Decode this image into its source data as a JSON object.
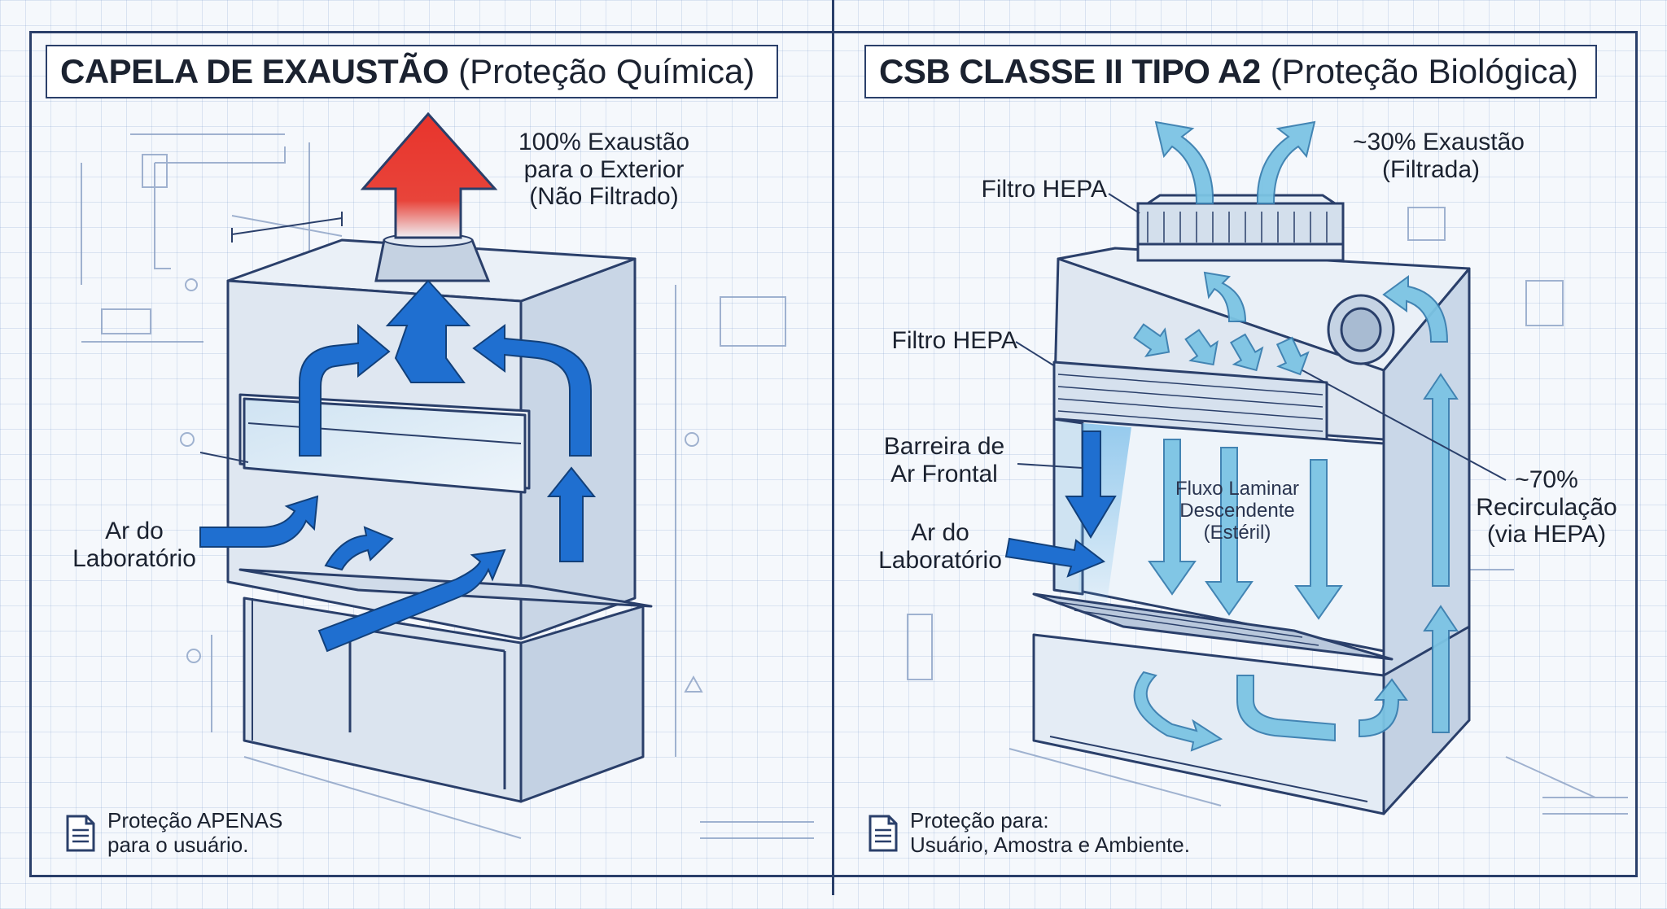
{
  "left_panel": {
    "title_bold": "CAPELA DE EXAUSTÃO",
    "title_light": "(Proteção Química)",
    "exhaust_line1": "100% Exaustão",
    "exhaust_line2": "para o Exterior",
    "exhaust_line3": "(Não Filtrado)",
    "lab_air_line1": "Ar do",
    "lab_air_line2": "Laboratório",
    "footer_line1": "Proteção APENAS",
    "footer_line2": "para o usuário."
  },
  "right_panel": {
    "title_bold": "CSB CLASSE II TIPO A2",
    "title_light": "(Proteção Biológica)",
    "exhaust_line1": "~30% Exaustão",
    "exhaust_line2": "(Filtrada)",
    "hepa_top": "Filtro HEPA",
    "hepa_mid": "Filtro HEPA",
    "barrier_line1": "Barreira de",
    "barrier_line2": "Ar Frontal",
    "lab_air_line1": "Ar do",
    "lab_air_line2": "Laboratório",
    "laminar_line1": "Fluxo Laminar",
    "laminar_line2": "Descendente",
    "laminar_line3": "(Estéril)",
    "recirc_line1": "~70%",
    "recirc_line2": "Recirculação",
    "recirc_line3": "(via HEPA)",
    "footer_line1": "Proteção para:",
    "footer_line2": "Usuário, Amostra e Ambiente."
  },
  "colors": {
    "line": "#2a3f6a",
    "blue_arrow": "#1f6fd0",
    "red_arrow": "#e03a32",
    "light_blue_arrow": "#7cc4e4",
    "cabinet_fill": "#dfe7f1"
  }
}
